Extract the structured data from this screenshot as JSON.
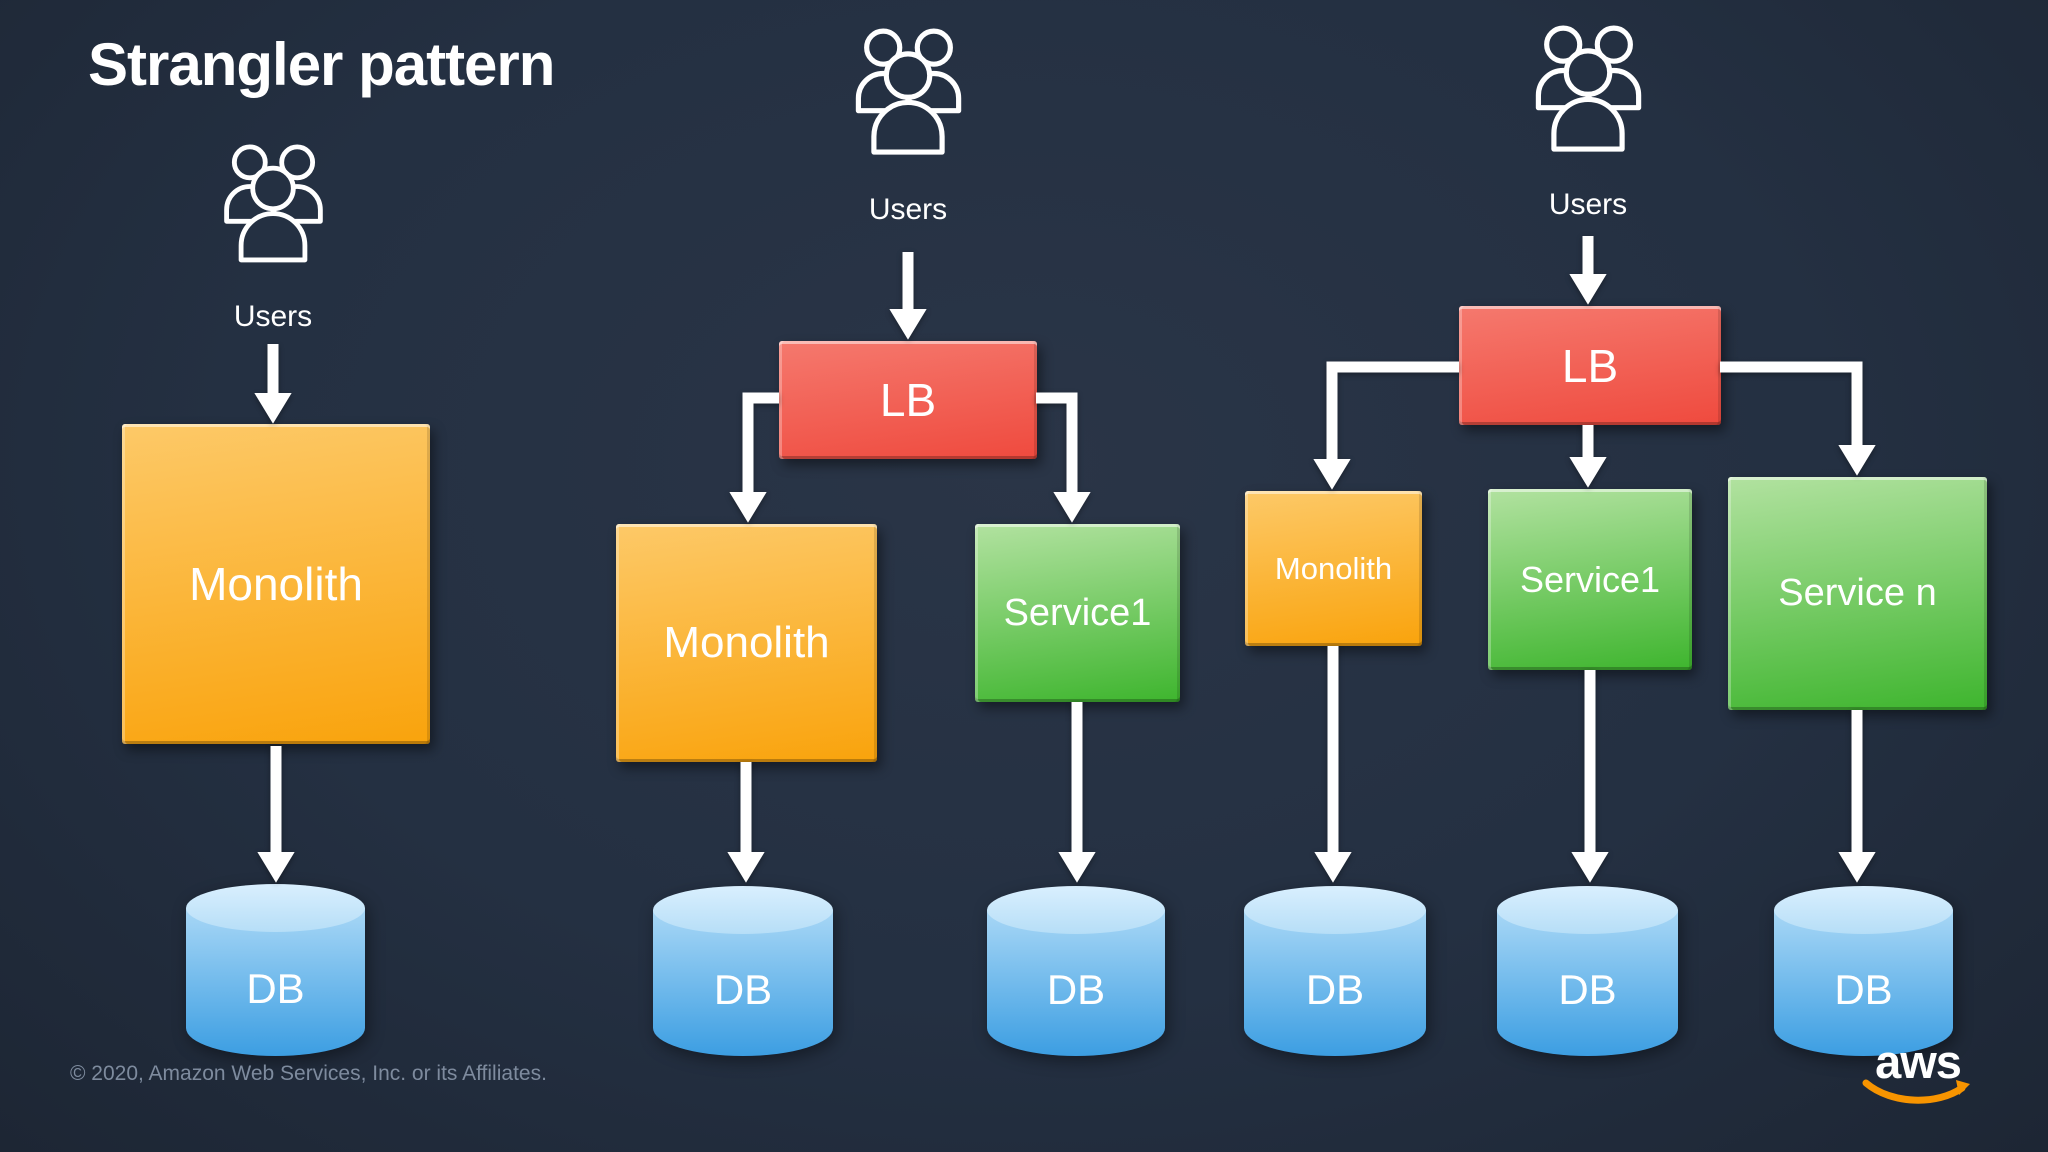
{
  "title": "Strangler pattern",
  "footer": "© 2020, Amazon Web Services, Inc. or its Affiliates.",
  "logo": {
    "text": "aws",
    "swoosh_color": "#f79400"
  },
  "colors": {
    "background": "#243042",
    "monolith_top": "#fdc968",
    "monolith_bottom": "#f9a30c",
    "service_top": "#b2e2a0",
    "service_bottom": "#3eb52e",
    "lb_top": "#f5796e",
    "lb_bottom": "#ef4a3e",
    "db_top": "#d9effe",
    "db_bottom": "#3c9ee2",
    "arrow": "#ffffff",
    "title_text": "#ffffff",
    "footer_text": "#7e8b9e"
  },
  "stages": [
    {
      "users_label": "Users",
      "nodes": [
        {
          "label": "Monolith",
          "type": "monolith"
        }
      ],
      "dbs": [
        {
          "label": "DB"
        }
      ]
    },
    {
      "users_label": "Users",
      "lb": {
        "label": "LB"
      },
      "nodes": [
        {
          "label": "Monolith",
          "type": "monolith"
        },
        {
          "label": "Service1",
          "type": "service"
        }
      ],
      "dbs": [
        {
          "label": "DB"
        },
        {
          "label": "DB"
        }
      ]
    },
    {
      "users_label": "Users",
      "lb": {
        "label": "LB"
      },
      "nodes": [
        {
          "label": "Monolith",
          "type": "monolith"
        },
        {
          "label": "Service1",
          "type": "service"
        },
        {
          "label": "Service n",
          "type": "service"
        }
      ],
      "dbs": [
        {
          "label": "DB"
        },
        {
          "label": "DB"
        },
        {
          "label": "DB"
        }
      ]
    }
  ]
}
